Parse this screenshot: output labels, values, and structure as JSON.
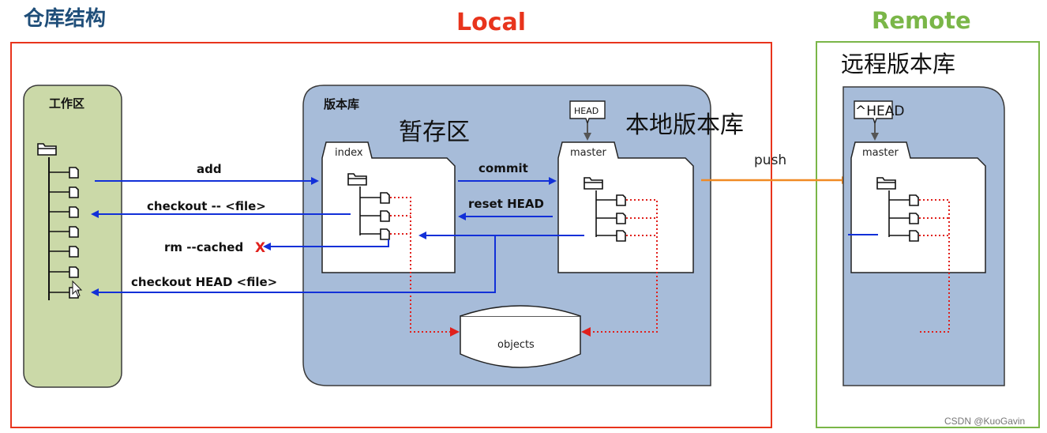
{
  "page_title": "仓库结构",
  "local_title": "Local",
  "remote_title": "Remote",
  "remote_repo_label": "远程版本库",
  "workspace": {
    "label": "工作区"
  },
  "repo": {
    "label": "版本库",
    "stage_label": "暂存区",
    "local_repo_label": "本地版本库"
  },
  "index_tab": "index",
  "master_tab": "master",
  "remote_master_tab": "master",
  "head_tag": "HEAD",
  "remote_head_tag": "^HEAD",
  "objects_label": "objects",
  "commands": {
    "add": "add",
    "checkout_file": "checkout -- <file>",
    "rm_cached": "rm --cached",
    "checkout_head": "checkout HEAD <file>",
    "commit": "commit",
    "reset_head": "reset HEAD",
    "push": "push"
  },
  "rm_marker": "X",
  "watermark": "CSDN @KuoGavin",
  "colors": {
    "title_blue": "#1f4e79",
    "local_red": "#e8341c",
    "remote_green": "#7ab648",
    "workspace_fill": "#cbd9a8",
    "repo_fill": "#a7bcd9",
    "arrow_blue": "#1230d8",
    "push_orange": "#f08a24",
    "dotted_red": "#e0201c"
  }
}
